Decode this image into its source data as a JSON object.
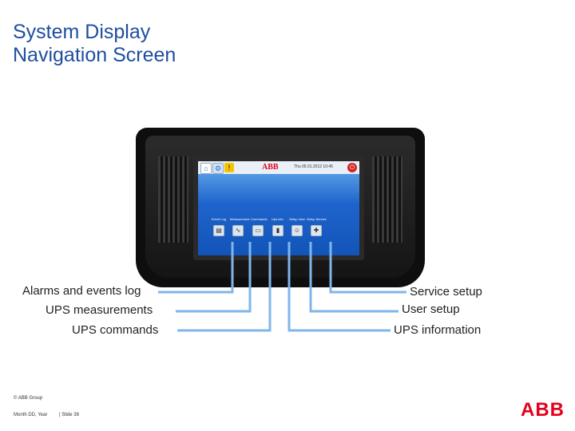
{
  "title": {
    "line1": "System Display",
    "line2": "Navigation Screen"
  },
  "device": {
    "brand": "ABB",
    "datetime": "Thu 05.01.2012 10:45",
    "nav_items": [
      {
        "label": "Event Log",
        "icon": "clipboard-icon"
      },
      {
        "label": "Measurement",
        "icon": "sine-wave-icon"
      },
      {
        "label": "Commands",
        "icon": "monitor-icon"
      },
      {
        "label": "Ups info",
        "icon": "ups-icon"
      },
      {
        "label": "Setup User",
        "icon": "user-icon"
      },
      {
        "label": "Setup Service",
        "icon": "tools-icon"
      }
    ]
  },
  "callouts": {
    "alarms": "Alarms and events log",
    "measurements": "UPS measurements",
    "commands": "UPS commands",
    "service": "Service setup",
    "user": "User setup",
    "info": "UPS information"
  },
  "footer": {
    "copyright": "© ABB Group",
    "date": "Month DD, Year",
    "slide": "| Slide 38",
    "logo": "ABB"
  },
  "colors": {
    "title": "#1f4ea0",
    "leader": "#7fb6ea",
    "brand": "#e2001a"
  }
}
